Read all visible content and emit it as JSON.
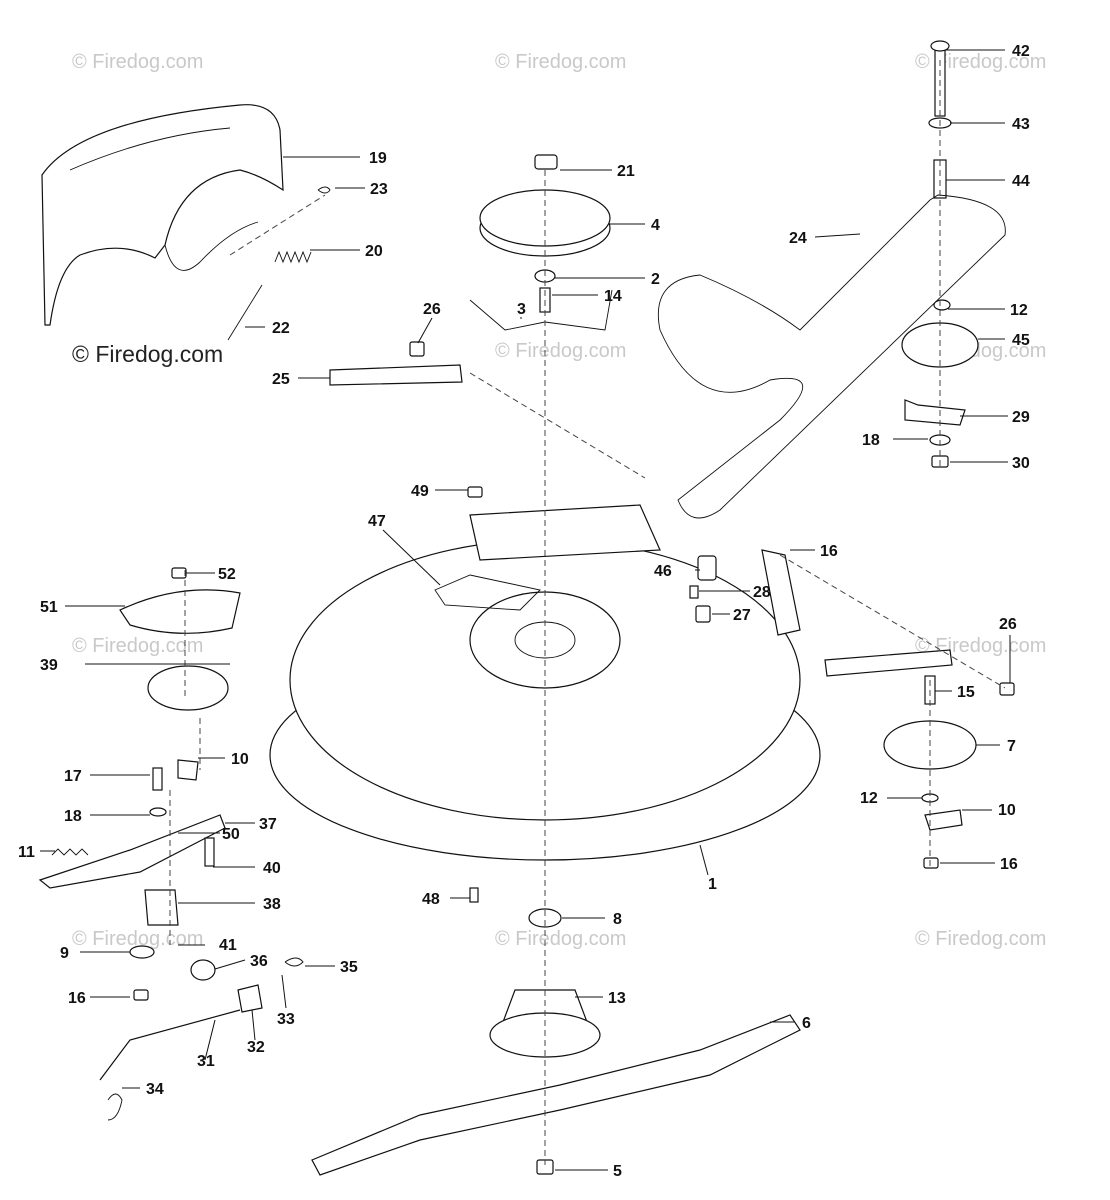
{
  "watermarks": {
    "small": "© Firedog.com",
    "large": "© Firedog.com"
  },
  "callouts": [
    {
      "id": "c1",
      "label": "1"
    },
    {
      "id": "c2",
      "label": "2"
    },
    {
      "id": "c3",
      "label": "3"
    },
    {
      "id": "c4",
      "label": "4"
    },
    {
      "id": "c5",
      "label": "5"
    },
    {
      "id": "c6",
      "label": "6"
    },
    {
      "id": "c7",
      "label": "7"
    },
    {
      "id": "c8",
      "label": "8"
    },
    {
      "id": "c9",
      "label": "9"
    },
    {
      "id": "c10a",
      "label": "10"
    },
    {
      "id": "c10b",
      "label": "10"
    },
    {
      "id": "c11",
      "label": "11"
    },
    {
      "id": "c12a",
      "label": "12"
    },
    {
      "id": "c12b",
      "label": "12"
    },
    {
      "id": "c13",
      "label": "13"
    },
    {
      "id": "c14",
      "label": "14"
    },
    {
      "id": "c15",
      "label": "15"
    },
    {
      "id": "c16a",
      "label": "16"
    },
    {
      "id": "c16b",
      "label": "16"
    },
    {
      "id": "c16c",
      "label": "16"
    },
    {
      "id": "c17",
      "label": "17"
    },
    {
      "id": "c18a",
      "label": "18"
    },
    {
      "id": "c18b",
      "label": "18"
    },
    {
      "id": "c19",
      "label": "19"
    },
    {
      "id": "c20",
      "label": "20"
    },
    {
      "id": "c21",
      "label": "21"
    },
    {
      "id": "c22",
      "label": "22"
    },
    {
      "id": "c23",
      "label": "23"
    },
    {
      "id": "c24",
      "label": "24"
    },
    {
      "id": "c25",
      "label": "25"
    },
    {
      "id": "c26a",
      "label": "26"
    },
    {
      "id": "c26b",
      "label": "26"
    },
    {
      "id": "c27",
      "label": "27"
    },
    {
      "id": "c28",
      "label": "28"
    },
    {
      "id": "c29",
      "label": "29"
    },
    {
      "id": "c30",
      "label": "30"
    },
    {
      "id": "c31",
      "label": "31"
    },
    {
      "id": "c32",
      "label": "32"
    },
    {
      "id": "c33",
      "label": "33"
    },
    {
      "id": "c34",
      "label": "34"
    },
    {
      "id": "c35",
      "label": "35"
    },
    {
      "id": "c36",
      "label": "36"
    },
    {
      "id": "c37",
      "label": "37"
    },
    {
      "id": "c38",
      "label": "38"
    },
    {
      "id": "c39",
      "label": "39"
    },
    {
      "id": "c40",
      "label": "40"
    },
    {
      "id": "c41",
      "label": "41"
    },
    {
      "id": "c42",
      "label": "42"
    },
    {
      "id": "c43",
      "label": "43"
    },
    {
      "id": "c44",
      "label": "44"
    },
    {
      "id": "c45",
      "label": "45"
    },
    {
      "id": "c46",
      "label": "46"
    },
    {
      "id": "c47",
      "label": "47"
    },
    {
      "id": "c48",
      "label": "48"
    },
    {
      "id": "c49",
      "label": "49"
    },
    {
      "id": "c50",
      "label": "50"
    },
    {
      "id": "c51",
      "label": "51"
    },
    {
      "id": "c52",
      "label": "52"
    }
  ]
}
